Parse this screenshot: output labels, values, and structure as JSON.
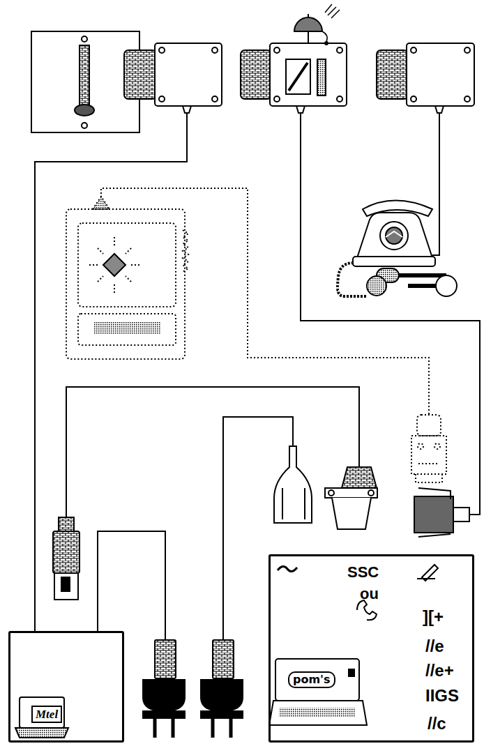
{
  "diagram": {
    "nodes": [
      {
        "text": [
          "Mtel"
        ]
      },
      {
        "text": [
          "SSC",
          "ou",
          "][+",
          "//e",
          "//e+",
          "IIGS",
          "//c",
          "pom's"
        ]
      }
    ]
  }
}
